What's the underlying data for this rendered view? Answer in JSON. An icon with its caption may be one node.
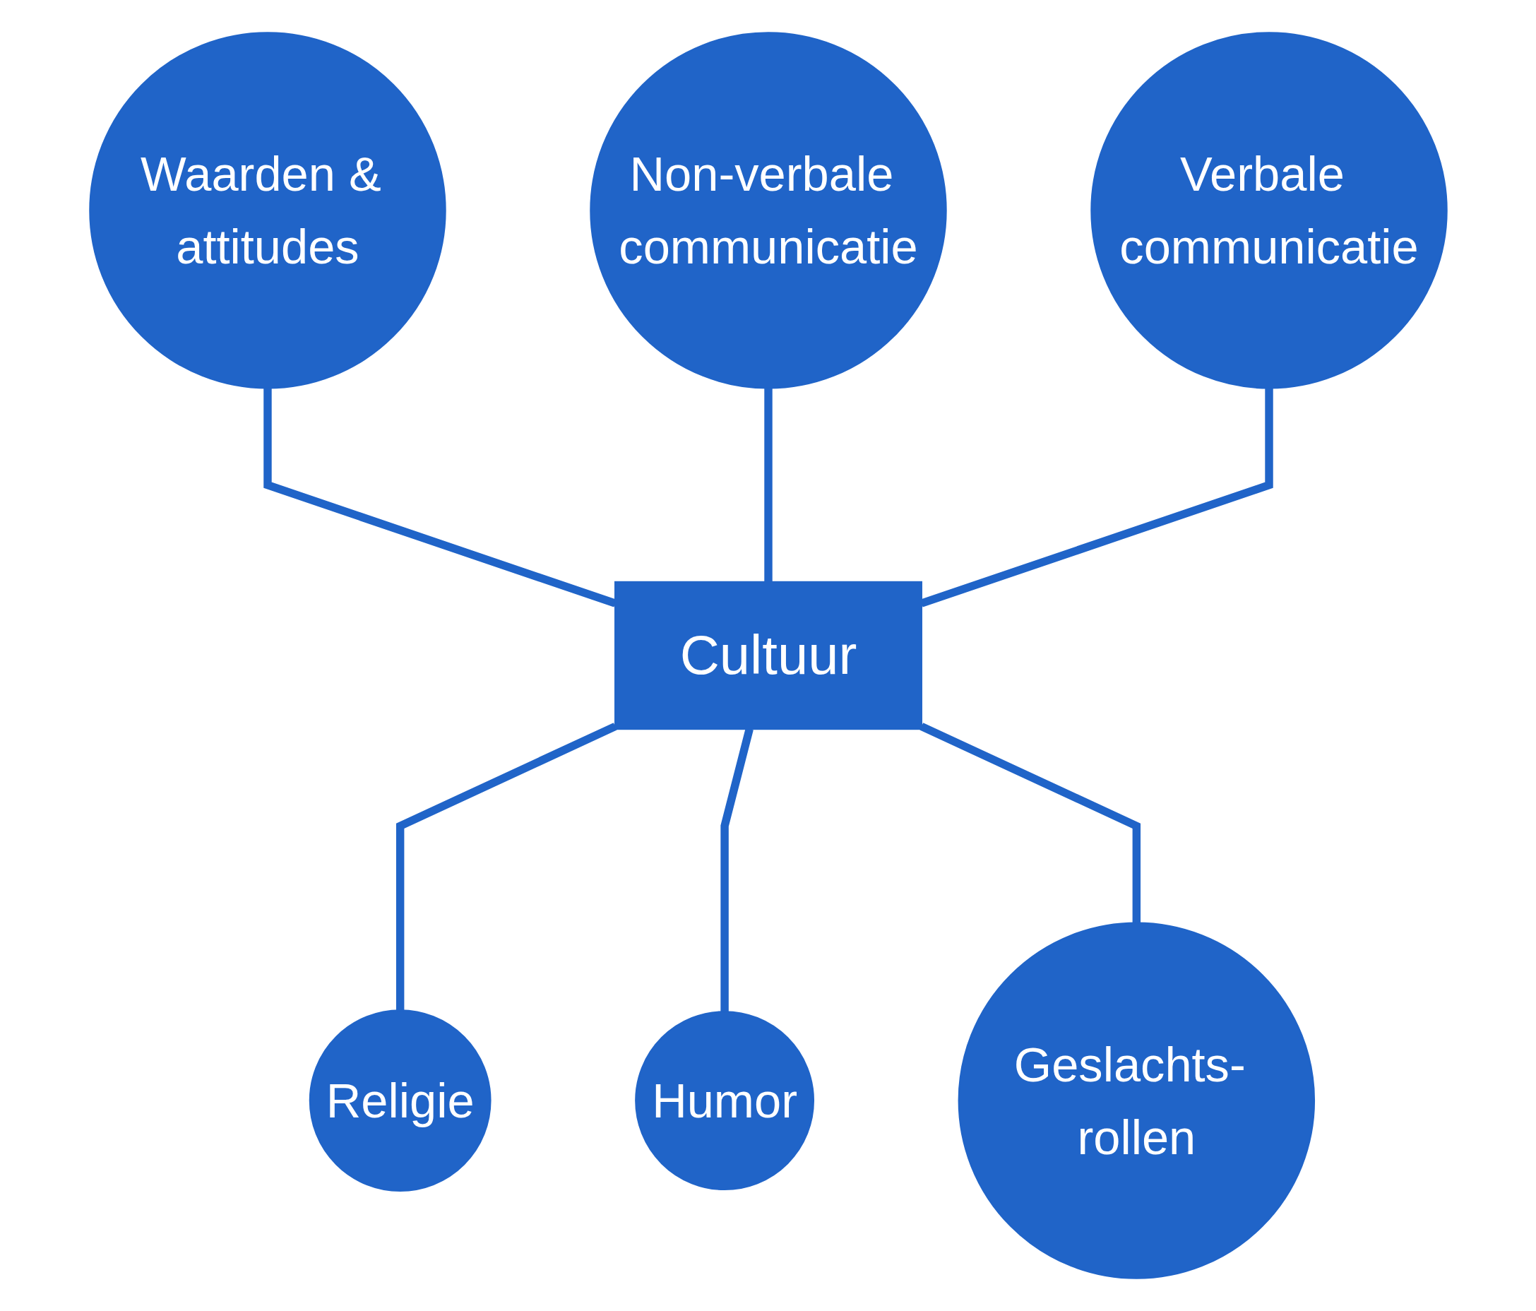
{
  "diagram": {
    "nodes": [
      {
        "text": [
          "Non-verbale communicatie"
        ]
      },
      {
        "text": [
          "Waarden & attitudes"
        ]
      },
      {
        "text": [
          "Verbale communicatie"
        ]
      },
      {
        "text": [
          "Cultuur"
        ]
      },
      {
        "text": [
          "Religie"
        ]
      },
      {
        "text": [
          "Geslachts- rollen"
        ]
      },
      {
        "text": [
          "Humor"
        ]
      }
    ],
    "edges": [
      {
        "from": 1,
        "to": 3,
        "arrow": "none"
      },
      {
        "from": 0,
        "to": 3,
        "arrow": "none"
      },
      {
        "from": 2,
        "to": 3,
        "arrow": "none"
      },
      {
        "from": 3,
        "to": 4,
        "arrow": "none"
      },
      {
        "from": 3,
        "to": 6,
        "arrow": "none"
      },
      {
        "from": 3,
        "to": 5,
        "arrow": "none"
      }
    ]
  }
}
